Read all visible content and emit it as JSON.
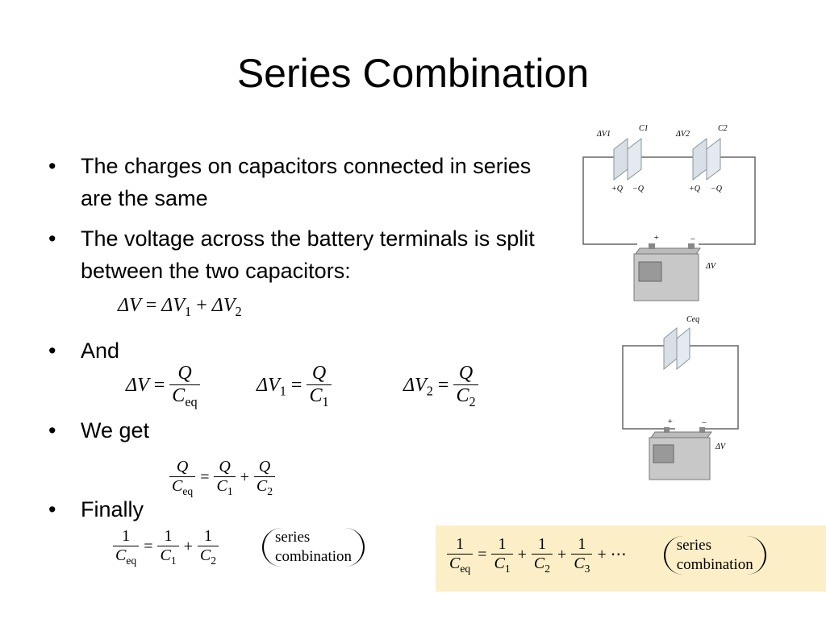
{
  "title": "Series Combination",
  "bullets": {
    "b1": "The charges on capacitors connected in series are the same",
    "b2": "The voltage across the battery  terminals is split between the two capacitors:",
    "b3": "And",
    "b4": "We get",
    "b5": "Finally"
  },
  "bullet_symbol": "•",
  "eq1": {
    "lhs": "ΔV",
    "eq": "=",
    "t1": "ΔV",
    "s1": "1",
    "plus": "+",
    "t2": "ΔV",
    "s2": "2"
  },
  "eq2": {
    "a_lhs": "ΔV",
    "eq": "=",
    "a_num": "Q",
    "a_den": "C",
    "a_sub": "eq",
    "b_lhs": "ΔV",
    "b_lsub": "1",
    "b_num": "Q",
    "b_den": "C",
    "b_sub": "1",
    "c_lhs": "ΔV",
    "c_lsub": "2",
    "c_num": "Q",
    "c_den": "C",
    "c_sub": "2"
  },
  "eq3": {
    "num": "Q",
    "den1": "C",
    "sub1": "eq",
    "eq": "=",
    "den2": "C",
    "sub2": "1",
    "plus": "+",
    "den3": "C",
    "sub3": "2"
  },
  "eq4": {
    "one": "1",
    "den1": "C",
    "sub1": "eq",
    "eq": "=",
    "den2": "C",
    "sub2": "1",
    "plus": "+",
    "den3": "C",
    "sub3": "2",
    "note1": "series",
    "note2": "combination"
  },
  "eq5": {
    "one": "1",
    "den1": "C",
    "sub1": "eq",
    "eq": "=",
    "den2": "C",
    "sub2": "1",
    "plus": "+",
    "den3": "C",
    "sub3": "2",
    "den4": "C",
    "sub4": "3",
    "dots": "+ ⋯",
    "note1": "series",
    "note2": "combination",
    "bg": "#fcefc7"
  },
  "figure1": {
    "dv1": "ΔV1",
    "c1": "C1",
    "dv2": "ΔV2",
    "c2": "C2",
    "pq1": "+Q",
    "mq1": "−Q",
    "pq2": "+Q",
    "mq2": "−Q",
    "plus": "+",
    "minus": "−",
    "dv": "ΔV"
  },
  "figure2": {
    "ceq": "Ceq",
    "plus": "+",
    "minus": "−",
    "dv": "ΔV"
  }
}
